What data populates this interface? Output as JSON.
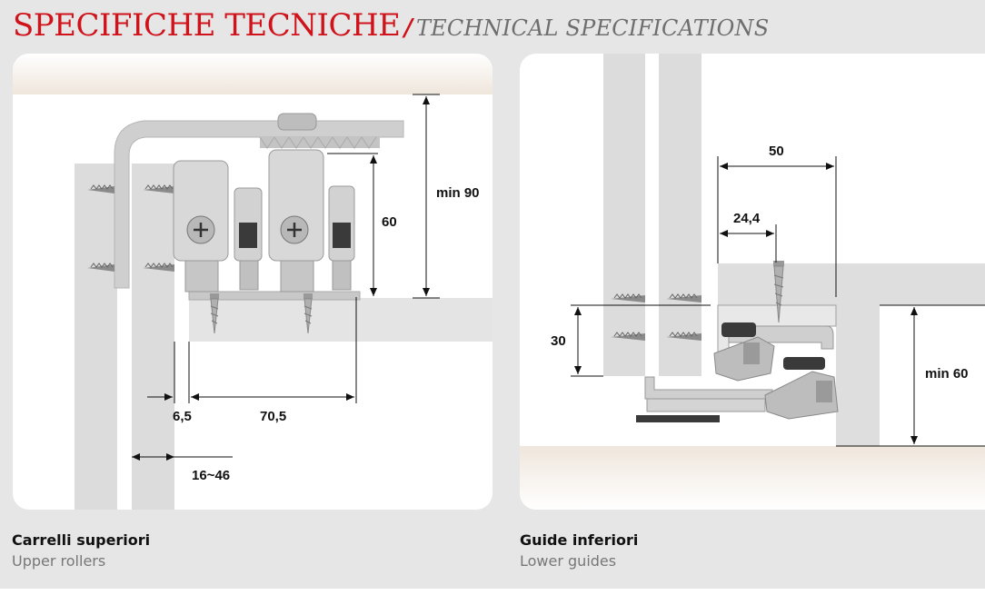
{
  "header": {
    "title_it": "SPECIFICHE TECNICHE",
    "separator": "/",
    "title_en": "TECHNICAL SPECIFICATIONS"
  },
  "colors": {
    "accent": "#d0121b",
    "background": "#e6e6e6",
    "panel": "#ffffff",
    "profile": "#d2d2d2",
    "screw": "#8a8a8a"
  },
  "panels": [
    {
      "caption": "Carrelli superiori",
      "subcaption": "Upper rollers",
      "dimensions": {
        "height_min": "min 90",
        "height": "60",
        "offset": "6,5",
        "spacing": "70,5",
        "thickness": "16~46"
      }
    },
    {
      "caption": "Guide inferiori",
      "subcaption": "Lower guides",
      "dimensions": {
        "width": "50",
        "offset": "24,4",
        "height": "30",
        "height_min": "min 60"
      }
    }
  ]
}
